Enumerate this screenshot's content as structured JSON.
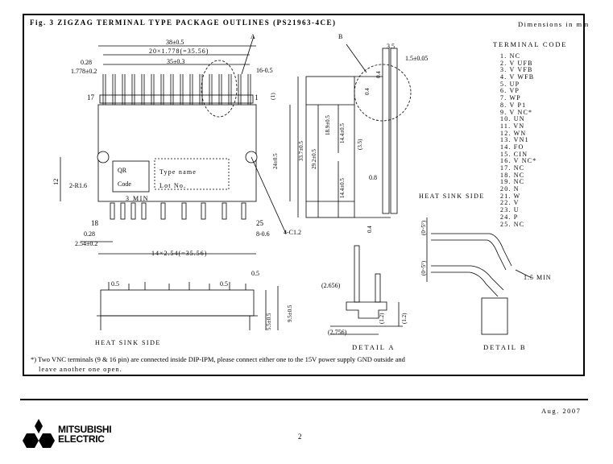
{
  "figure": {
    "title": "Fig. 3 ZIGZAG TERMINAL TYPE PACKAGE OUTLINES (PS21963-4CE)",
    "units_note": "Dimensions in mm"
  },
  "drawing_labels": {
    "top_width": "38±0.5",
    "pitch_top": "20×1.778(=35.56)",
    "inner_width": "35±0.3",
    "dim_028_top": "0.28",
    "dim_1778": "1.778±0.2",
    "dim_16": "16-0.5",
    "pin_17": "17",
    "pin_1": "1",
    "dim_1_paren": "(1)",
    "dim_12": "12",
    "r16": "2-R1.6",
    "qr": "QR",
    "code": "Code",
    "type_name": "Type name",
    "lot_no": "Lot No.",
    "min3": "3 MIN",
    "dim_24": "24±0.5",
    "label_a": "A",
    "label_b": "B",
    "pin_18": "18",
    "pin_25": "25",
    "dim_028_bottom": "0.28",
    "dim_254": "2.54±0.2",
    "dim_8_06": "8-0.6",
    "c12": "4-C1.2",
    "pitch_bottom": "14×2.54(=35.56)",
    "dim_35": "3.5",
    "dim_15_005": "1.5±0.05",
    "dim_04": "0.4",
    "dim_04b": "0.4",
    "dim_337": "33.7±0.5",
    "dim_292": "29.2±0.5",
    "dim_189": "18.9±0.5",
    "dim_144a": "14.4±0.5",
    "dim_35b": "(3.5)",
    "dim_144b": "14.4±0.5",
    "dim_08": "0.8",
    "dim_04c": "0.4",
    "heat_sink_side_1": "HEAT SINK SIDE",
    "side_05a": "0.5",
    "side_05b": "0.5",
    "side_05c": "0.5",
    "side_55": "5.5±0.5",
    "side_95": "9.5±0.5",
    "heat_sink_side_2": "HEAT SINK SIDE",
    "det_2656": "(2.656)",
    "det_12a": "(1.2)",
    "det_12b": "(1.2)",
    "det_2756": "(2.756)",
    "det_05a": "(0~5°)",
    "det_05b": "(0~5°)",
    "det_15min": "1.5 MIN",
    "detail_a": "DETAIL A",
    "detail_b": "DETAIL B"
  },
  "terminal_code": {
    "header": "TERMINAL CODE",
    "items": [
      "1. NC",
      "2. V UFB",
      "3. V VFB",
      "4. V WFB",
      "5. UP",
      "6. VP",
      "7. WP",
      "8. V P1",
      "9. V NC*",
      "10. UN",
      "11. VN",
      "12. WN",
      "13. VN1",
      "14. FO",
      "15. CIN",
      "16. V NC*",
      "17. NC",
      "18. NC",
      "19. NC",
      "20. N",
      "21. W",
      "22. V",
      "23. U",
      "24. P",
      "25. NC"
    ]
  },
  "footnote": {
    "line1": "*) Two VNC terminals (9 & 16 pin) are connected inside DIP-IPM, please connect either one to the 15V power supply GND outside and",
    "line2": "leave another one open."
  },
  "footer": {
    "date": "Aug. 2007",
    "page": "2",
    "logo_line1": "MITSUBISHI",
    "logo_line2": "ELECTRIC"
  }
}
